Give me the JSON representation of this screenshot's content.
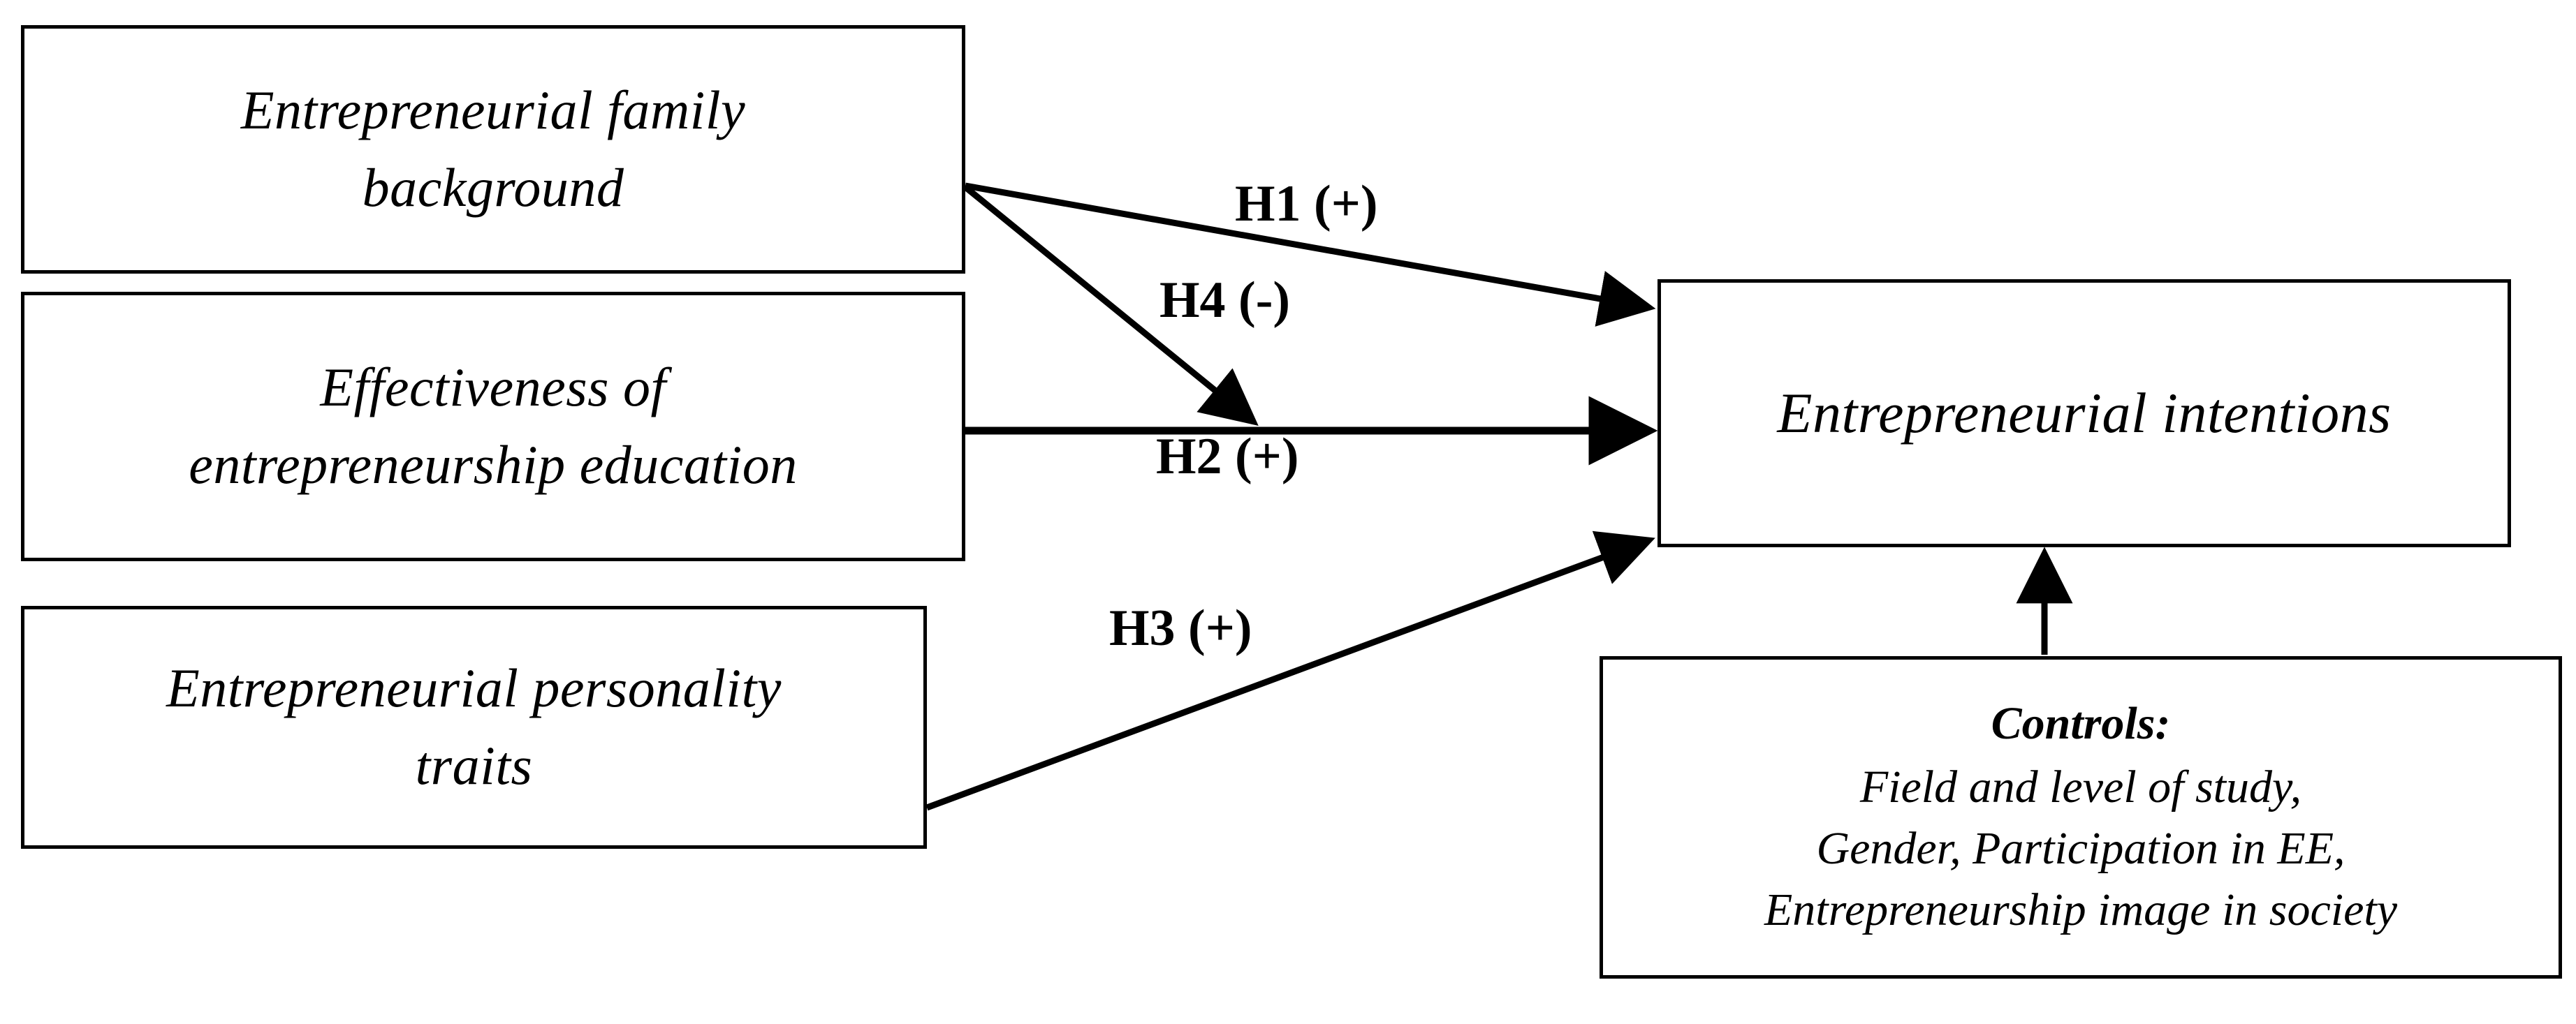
{
  "diagram": {
    "title": "Entrepreneurial intentions research model",
    "type": "conceptual-path-diagram",
    "background_color": "#ffffff",
    "line_color": "#000000",
    "nodes": [
      {
        "id": "family-background",
        "label": "Entrepreneurial family\nbackground",
        "role": "independent-variable"
      },
      {
        "id": "education-effectiveness",
        "label": "Effectiveness of\nentrepreneurship education",
        "role": "independent-variable"
      },
      {
        "id": "personality-traits",
        "label": "Entrepreneurial personality\ntraits",
        "role": "independent-variable"
      },
      {
        "id": "entrepreneurial-intentions",
        "label": "Entrepreneurial intentions",
        "role": "dependent-variable"
      }
    ],
    "controls": {
      "title": "Controls:",
      "items": [
        "Field and level of study,",
        "Gender, Participation in EE,",
        "Entrepreneurship image in society"
      ]
    },
    "edges": [
      {
        "id": "h1",
        "label": "H1 (+)",
        "sign": "+",
        "from": "family-background",
        "to": "entrepreneurial-intentions"
      },
      {
        "id": "h4",
        "label": "H4 (-)",
        "sign": "-",
        "from": "family-background",
        "to": "h2-path"
      },
      {
        "id": "h2",
        "label": "H2 (+)",
        "sign": "+",
        "from": "education-effectiveness",
        "to": "entrepreneurial-intentions"
      },
      {
        "id": "h3",
        "label": "H3 (+)",
        "sign": "+",
        "from": "personality-traits",
        "to": "entrepreneurial-intentions"
      },
      {
        "id": "controls-effect",
        "label": "",
        "from": "controls",
        "to": "entrepreneurial-intentions"
      }
    ]
  }
}
